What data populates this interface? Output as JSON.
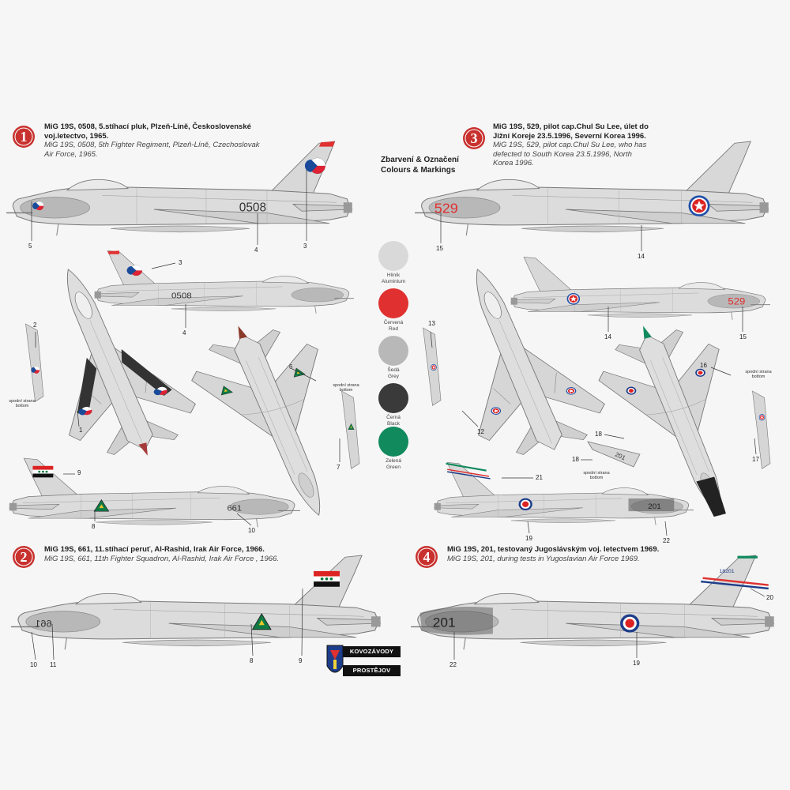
{
  "colors": {
    "aluminium": "#d9d9d9",
    "red": "#e03030",
    "grey": "#b8b8b8",
    "black": "#3a3a3a",
    "green": "#118a5e",
    "badge_red": "#c8312e"
  },
  "legend": {
    "title_cz": "Zbarvení & Označení",
    "title_en": "Colours & Markings",
    "items": [
      {
        "cz": "Hliník",
        "en": "Aluminium",
        "color": "#d9d9d9"
      },
      {
        "cz": "Červená",
        "en": "Red",
        "color": "#e03030"
      },
      {
        "cz": "Šedá",
        "en": "Grey",
        "color": "#b8b8b8"
      },
      {
        "cz": "Černá",
        "en": "Black",
        "color": "#3a3a3a"
      },
      {
        "cz": "Zelená",
        "en": "Green",
        "color": "#118a5e"
      }
    ]
  },
  "schemes": [
    {
      "number": "1",
      "title_cz_1": "MiG 19S, 0508, 5.stíhací pluk, Plzeň-Líně, Československé",
      "title_cz_2": "voj.letectvo, 1965.",
      "title_en_1": "MiG 19S, 0508, 5th Fighter Regiment, Plzeň-Líně, Czechoslovak",
      "title_en_2": "Air Force, 1965.",
      "code": "0508"
    },
    {
      "number": "2",
      "title_cz_1": "MiG 19S, 661, 11.stíhací peruť, Al-Rashid, Irak Air Force, 1966.",
      "title_en_1": "MiG 19S, 661, 11th Fighter Squadron, Al-Rashid, Irak Air Force , 1966.",
      "code": "661"
    },
    {
      "number": "3",
      "title_cz_1": "MiG 19S, 529,  pilot cap.Chul Su Lee, úlet do",
      "title_cz_2": "Jižní Koreje 23.5.1996, Severní Korea 1996.",
      "title_en_1": "MiG 19S, 529,  pilot cap.Chul Su Lee, who has",
      "title_en_2": "defected to South Korea 23.5.1996, North",
      "title_en_3": "Korea 1996.",
      "code": "529"
    },
    {
      "number": "4",
      "title_cz_1": "MiG 19S, 201, testovaný Jugoslávským voj. letectvem 1969.",
      "title_en_1": "MiG 19S, 201, during tests in Yugoslavian Air Force 1969.",
      "code": "201"
    }
  ],
  "bottom_note": {
    "cz": "spodní strana",
    "en": "bottom"
  },
  "callouts": [
    "1",
    "2",
    "3",
    "4",
    "5",
    "6",
    "7",
    "8",
    "9",
    "10",
    "11",
    "12",
    "13",
    "14",
    "15",
    "16",
    "17",
    "18",
    "19",
    "20",
    "21",
    "22"
  ],
  "fin_serial_4": "18201",
  "logo": {
    "line1": "KOVOZÁVODY",
    "line2": "PROSTĚJOV"
  }
}
